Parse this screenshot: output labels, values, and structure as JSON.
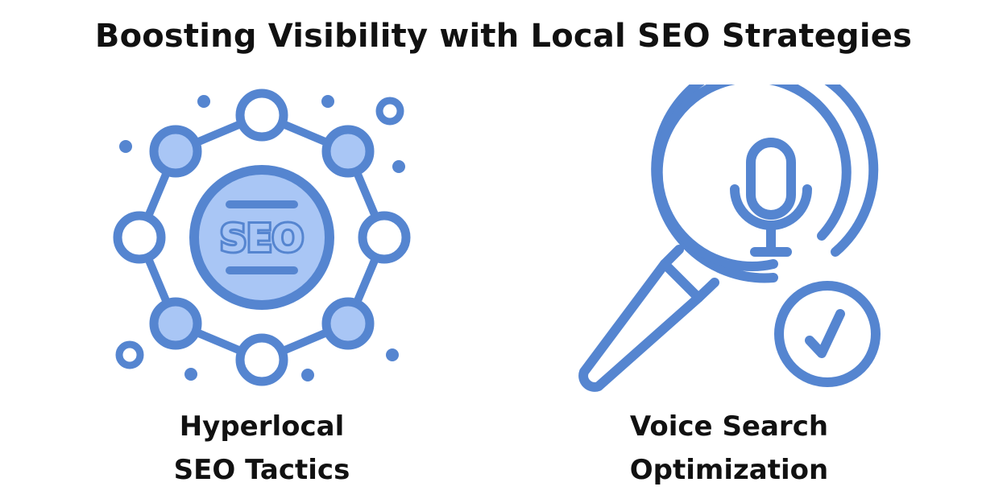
{
  "title": "Boosting Visibility with Local SEO Strategies",
  "colors": {
    "icon_stroke": "#5585D0",
    "icon_fill": "#A9C6F5",
    "text": "#111111",
    "background": "#FFFFFF"
  },
  "left": {
    "icon": "seo-network-icon",
    "icon_text": "SEO",
    "caption_line1": "Hyperlocal",
    "caption_line2": "SEO Tactics"
  },
  "right": {
    "icon": "voice-search-magnifier-icon",
    "caption_line1": "Voice Search",
    "caption_line2": "Optimization"
  }
}
